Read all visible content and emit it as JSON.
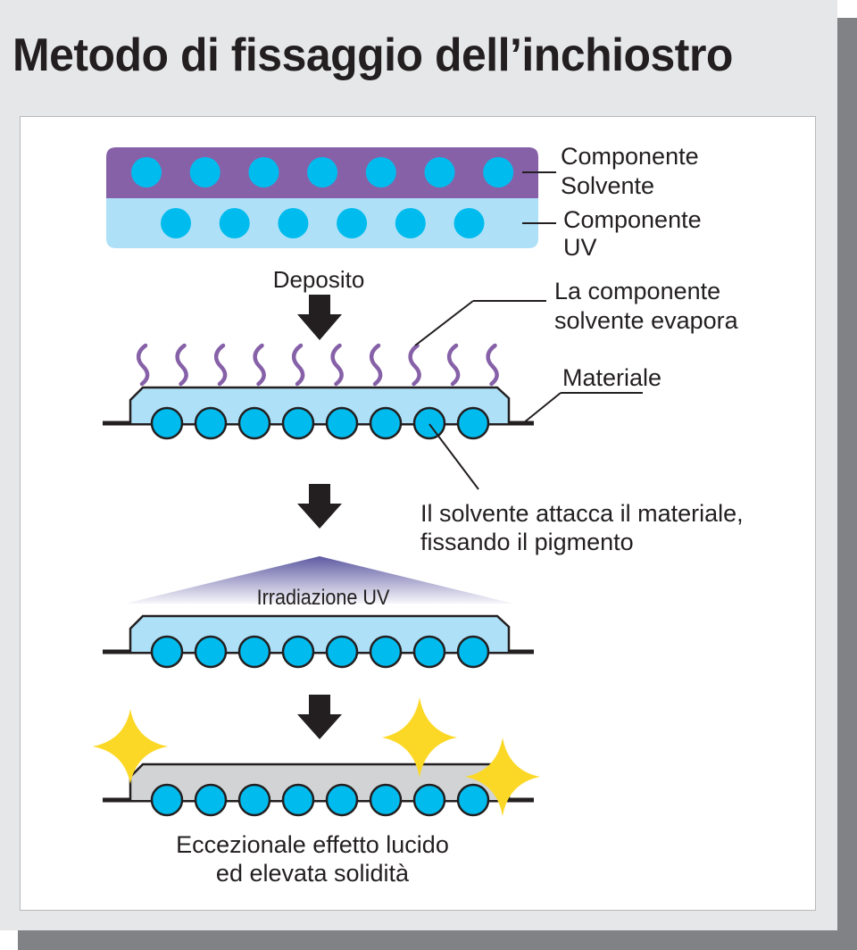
{
  "title": "Metodo di fissaggio dell’inchiostro",
  "colors": {
    "panel": "#e6e7e9",
    "shadow": "#808285",
    "solvent_layer": "#8661a8",
    "uv_layer": "#aee0f7",
    "pigment": "#00bcee",
    "vapor": "#8661a8",
    "cured_layer": "#d1d3d4",
    "sparkle": "#fcd826",
    "arrow": "#231f20"
  },
  "labels": {
    "solvent_component": [
      "Componente",
      "Solvente"
    ],
    "uv_component": [
      "Componente",
      "UV"
    ],
    "deposit": "Deposito",
    "evaporates": [
      "La componente",
      "solvente evapora"
    ],
    "material": "Materiale",
    "attacks": [
      "Il solvente attacca il materiale,",
      "fissando il pigmento"
    ],
    "uv_irradiation": "Irradiazione UV",
    "result": [
      "Eccezionale effetto lucido",
      "ed elevata solidità"
    ]
  },
  "icons": {
    "arrow": "arrow-down-icon",
    "vapor": "vapor-wave-icon",
    "sparkle": "sparkle-icon",
    "pigment": "pigment-particle-icon"
  }
}
